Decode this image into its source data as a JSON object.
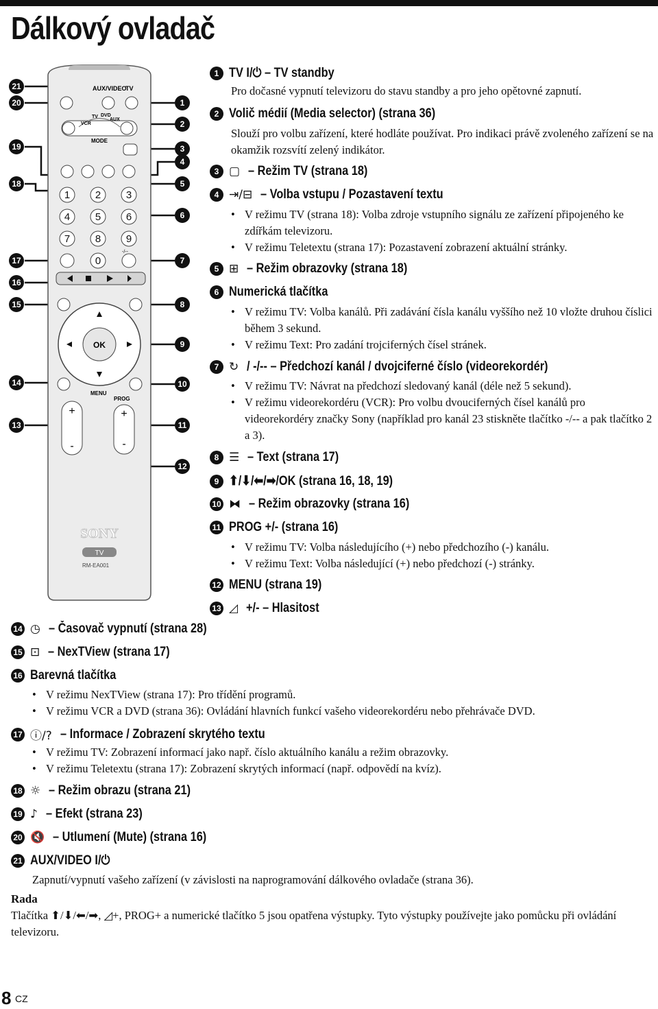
{
  "page": {
    "title": "Dálkový ovladač",
    "page_number": "8",
    "lang": "CZ"
  },
  "remote": {
    "callouts_left": [
      "21",
      "20",
      "19",
      "18",
      "17",
      "16",
      "15",
      "14",
      "13"
    ],
    "callouts_right": [
      "1",
      "2",
      "3",
      "4",
      "5",
      "6",
      "7",
      "8",
      "9",
      "10",
      "11",
      "12"
    ],
    "labels": {
      "aux_video": "AUX/VIDEO",
      "tv": "TV",
      "vcr": "VCR",
      "tv2": "TV",
      "dvd": "DVD",
      "aux": "AUX",
      "mode": "MODE",
      "ok": "OK",
      "menu": "MENU",
      "prog": "PROG",
      "plus": "+",
      "minus": "-",
      "brand": "SONY",
      "tv_badge": "TV",
      "model": "RM-EA001",
      "dash": "-/--",
      "digits": [
        "1",
        "2",
        "3",
        "4",
        "5",
        "6",
        "7",
        "8",
        "9",
        "0"
      ]
    }
  },
  "items": [
    {
      "n": "1",
      "icon": "",
      "head": "TV I/⏻ – TV standby",
      "desc": "Pro dočasné vypnutí televizoru do stavu standby a pro jeho opětovné zapnutí."
    },
    {
      "n": "2",
      "icon": "",
      "head": "Volič médií (Media selector) (strana 36)",
      "desc": "Slouží pro volbu zařízení, které hodláte používat. Pro indikaci právě zvoleného zařízení se na okamžik rozsvítí zelený indikátor."
    },
    {
      "n": "3",
      "icon": "▢",
      "head": "– Režim TV (strana 18)"
    },
    {
      "n": "4",
      "icon": "⇥/⊟",
      "head": "– Volba vstupu / Pozastavení textu",
      "bullets": [
        "V režimu TV (strana 18): Volba zdroje vstupního signálu ze zařízení připojeného ke zdířkám televizoru.",
        "V režimu Teletextu (strana 17): Pozastavení zobrazení aktuální stránky."
      ]
    },
    {
      "n": "5",
      "icon": "⊞",
      "head": "– Režim obrazovky (strana 18)"
    },
    {
      "n": "6",
      "icon": "",
      "head": "Numerická tlačítka",
      "bullets": [
        "V režimu TV: Volba kanálů. Při zadávání čísla kanálu vyššího než 10 vložte druhou číslici během 3 sekund.",
        "V režimu Text: Pro zadání trojciferných čísel stránek."
      ]
    },
    {
      "n": "7",
      "icon": "↻",
      "head": "/ -/-- – Předchozí kanál / dvojciferné číslo (videorekordér)",
      "bullets": [
        "V režimu TV: Návrat na předchozí sledovaný kanál (déle než 5 sekund).",
        "V režimu videorekordéru (VCR): Pro volbu dvouciferných čísel kanálů pro videorekordéry značky Sony (například pro kanál 23 stiskněte tlačítko -/-- a pak tlačítko 2 a 3)."
      ]
    },
    {
      "n": "8",
      "icon": "☰",
      "head": "– Text (strana 17)"
    },
    {
      "n": "9",
      "icon": "",
      "head": "⬆/⬇/⬅/➡/OK (strana 16, 18, 19)"
    },
    {
      "n": "10",
      "icon": "⧓",
      "head": "– Režim obrazovky (strana 16)"
    },
    {
      "n": "11",
      "icon": "",
      "head": "PROG +/- (strana 16)",
      "bullets": [
        "V režimu TV: Volba následujícího (+) nebo předchozího (-) kanálu.",
        "V režimu Text: Volba následující (+) nebo předchozí (-) stránky."
      ]
    },
    {
      "n": "12",
      "icon": "",
      "head": "MENU (strana 19)"
    },
    {
      "n": "13",
      "icon": "◿",
      "head": "+/- – Hlasitost"
    },
    {
      "n": "14",
      "icon": "◷",
      "head": "– Časovač vypnutí (strana 28)"
    },
    {
      "n": "15",
      "icon": "⊡",
      "head": "– NexTView (strana 17)"
    },
    {
      "n": "16",
      "icon": "",
      "head": "Barevná tlačítka",
      "bullets": [
        "V režimu NexTView (strana 17): Pro třídění programů.",
        "V režimu VCR a DVD (strana 36): Ovládání hlavních funkcí vašeho videorekordéru nebo přehrávače DVD."
      ]
    },
    {
      "n": "17",
      "icon": "ⓘ/?",
      "head": "– Informace / Zobrazení skrytého textu",
      "bullets": [
        "V režimu TV: Zobrazení informací jako např. číslo aktuálního kanálu a režim obrazovky.",
        "V režimu Teletextu (strana 17): Zobrazení skrytých informací (např. odpovědí na kvíz)."
      ]
    },
    {
      "n": "18",
      "icon": "☼",
      "head": "– Režim obrazu (strana 21)"
    },
    {
      "n": "19",
      "icon": "♪",
      "head": "– Efekt (strana 23)"
    },
    {
      "n": "20",
      "icon": "🔇",
      "head": "– Utlumení (Mute) (strana 16)"
    },
    {
      "n": "21",
      "icon": "",
      "head": "AUX/VIDEO I/⏻",
      "desc": "Zapnutí/vypnutí vašeho zařízení (v závislosti na naprogramování dálkového ovladače (strana 36)."
    }
  ],
  "note": {
    "heading": "Rada",
    "text": "Tlačítka ⬆/⬇/⬅/➡, ◿+, PROG+ a numerické tlačítko 5 jsou opatřena výstupky. Tyto výstupky používejte jako pomůcku při ovládání televizoru."
  }
}
